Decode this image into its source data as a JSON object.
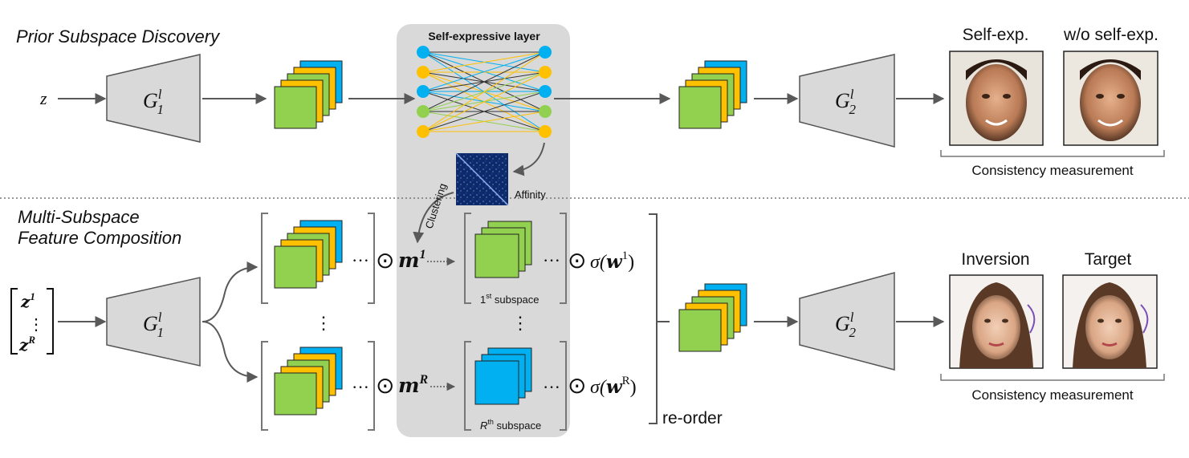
{
  "sections": {
    "top": "Prior Subspace Discovery",
    "bottom_line1": "Multi-Subspace",
    "bottom_line2": "Feature Composition"
  },
  "inputs": {
    "z": "z",
    "z1_base": "z",
    "z1_sup": "1",
    "vdots": "⋮",
    "zR_base": "z",
    "zR_sup": "R"
  },
  "generators": {
    "g_base": "G",
    "g_sup": "l",
    "g1_sub": "1",
    "g2_sub": "2"
  },
  "self_expressive": {
    "title": "Self-expressive layer",
    "affinity": "Affinity",
    "clustering": "Clustering"
  },
  "subspaces": {
    "dots": "···",
    "odot": "⊙",
    "m_base": "m",
    "m1_sup": "1",
    "mR_sup": "R",
    "sigma_open": "σ(",
    "w_base": "w",
    "w1_sup": "1",
    "wR_sup": "R",
    "close": ")",
    "first_prefix": "1",
    "first_sup": "st",
    "first_suffix": " subspace",
    "rth_prefix": "R",
    "rth_sup": "th",
    "rth_suffix": " subspace"
  },
  "reorder": "re-order",
  "outputs": {
    "top_labels": [
      "Self-exp.",
      "w/o self-exp."
    ],
    "bottom_labels": [
      "Inversion",
      "Target"
    ],
    "consistency": "Consistency measurement"
  },
  "colors": {
    "green": "#92d050",
    "yellow": "#ffc000",
    "blue": "#00b0f0",
    "gray_panel": "#d9d9d9",
    "trapezoid": "#d9d9d9",
    "arrow": "#595959"
  }
}
